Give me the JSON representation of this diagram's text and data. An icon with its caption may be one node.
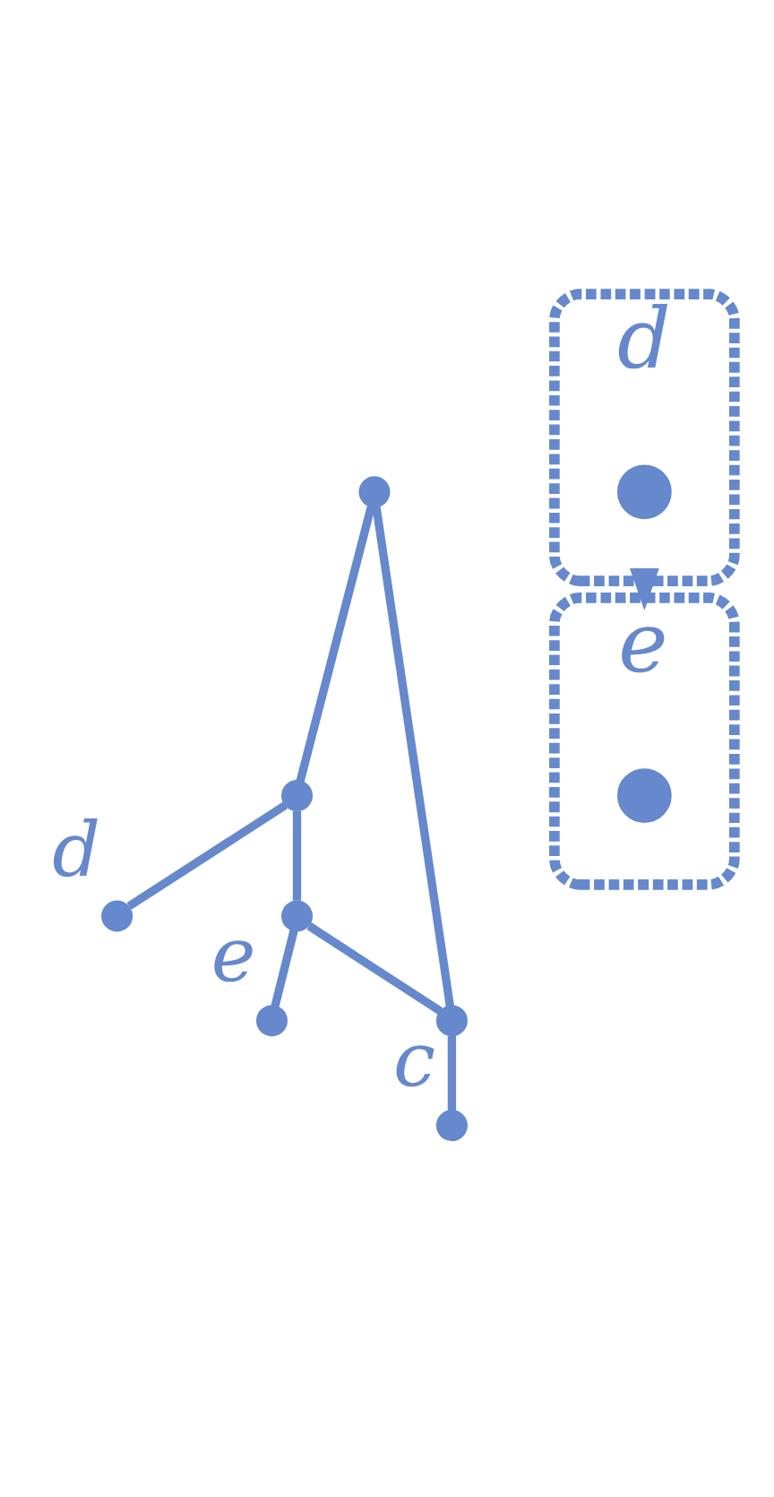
{
  "diagram": {
    "nodes": [
      {
        "text": [
          "d"
        ]
      },
      {
        "text": [],
        "shape": "circle",
        "in": 0
      },
      {
        "text": [],
        "shape": "circle"
      },
      {
        "text": [],
        "shape": "circle"
      },
      {
        "text": [],
        "shape": "circle",
        "beside": [
          "d"
        ]
      },
      {
        "text": [],
        "shape": "circle"
      },
      {
        "text": [],
        "shape": "circle",
        "beside": [
          "e"
        ]
      },
      {
        "text": [],
        "shape": "circle"
      },
      {
        "text": [],
        "shape": "circle",
        "beside": [
          "c"
        ]
      },
      {
        "text": [
          "e"
        ]
      },
      {
        "text": [],
        "shape": "circle",
        "in": 9
      }
    ],
    "edges": [
      {
        "from": 0,
        "to": 9,
        "arrow": "to",
        "style": "dashed"
      },
      {
        "from": 2,
        "to": 3,
        "arrow": "none"
      },
      {
        "from": 2,
        "to": 7,
        "arrow": "none"
      },
      {
        "from": 3,
        "to": 4,
        "arrow": "none"
      },
      {
        "from": 3,
        "to": 5,
        "arrow": "none"
      },
      {
        "from": 5,
        "to": 6,
        "arrow": "none"
      },
      {
        "from": 5,
        "to": 7,
        "arrow": "none"
      },
      {
        "from": 7,
        "to": 8,
        "arrow": "none"
      }
    ]
  }
}
